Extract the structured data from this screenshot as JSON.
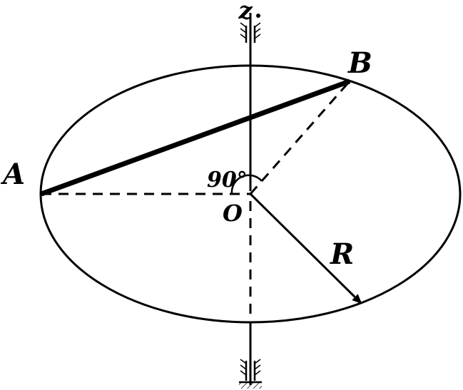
{
  "labels": {
    "axis": "z",
    "point_a": "A",
    "point_b": "B",
    "origin": "O",
    "radius": "R",
    "angle": "90°"
  },
  "colors": {
    "stroke": "#000000",
    "background": "#ffffff"
  }
}
